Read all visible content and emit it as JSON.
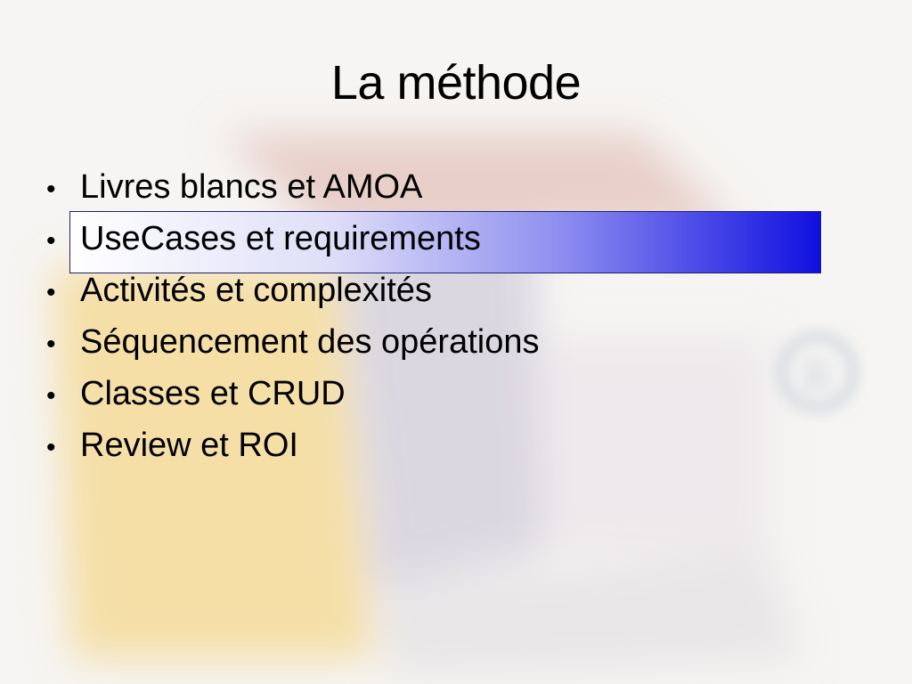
{
  "slide": {
    "title": "La méthode",
    "bullet_symbol": "•",
    "items": [
      "Livres blancs et AMOA",
      "UseCases et requirements",
      "Activités et complexités",
      "Séquencement des opérations",
      "Classes et CRUD",
      "Review et ROI"
    ],
    "highlighted_item_index": 1,
    "highlight_colors": [
      "#ffffff",
      "#1010e0"
    ],
    "watermark_logo": "R",
    "watermark_colors": [
      "#f3dca0",
      "#c9c7d6",
      "#e4b8b0"
    ]
  }
}
